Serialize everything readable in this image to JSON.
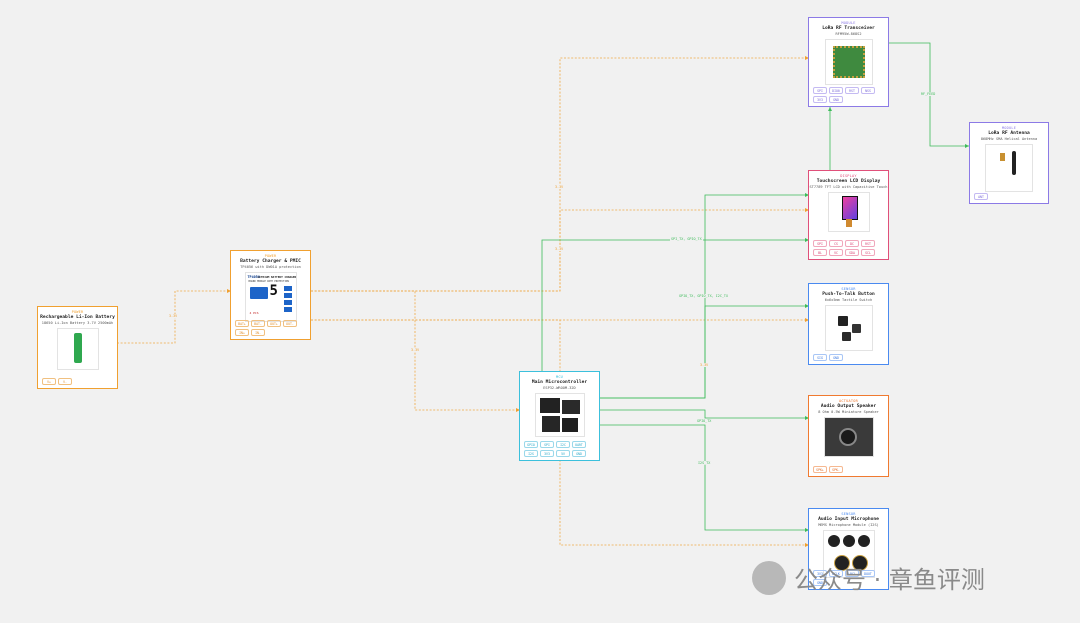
{
  "nodes": {
    "battery": {
      "category": "POWER",
      "title": "Rechargeable Li-Ion Battery",
      "subtitle": "18650 Li-Ion Battery 3.7V 2500mAh",
      "pins": [
        "V+",
        "V-"
      ],
      "color": "#f0a030"
    },
    "charger": {
      "category": "POWER",
      "title": "Battery Charger & PMIC",
      "subtitle": "TP4056 with DW01A protection",
      "pins": [
        "BAT+",
        "BAT-",
        "OUT+",
        "OUT-",
        "IN+",
        "IN-"
      ],
      "color": "#f0a030",
      "img_text": {
        "brand": "TP4056",
        "line": "LITHIUM BATTERY CHARGER",
        "sub": "BOARD MODULE WITH PROTECTION",
        "big": "5",
        "small": "4 PCS"
      }
    },
    "mcu": {
      "category": "MCU",
      "title": "Main Microcontroller",
      "subtitle": "ESP32-WROOM-32D",
      "pins": [
        "GPIO",
        "SPI",
        "I2C",
        "UART",
        "I2S",
        "3V3",
        "5V",
        "GND"
      ],
      "color": "#3cc0dc"
    },
    "lora": {
      "category": "MODULE",
      "title": "LoRa RF Transceiver",
      "subtitle": "RFM95W-868S2",
      "pins": [
        "SPI",
        "DIO0",
        "RST",
        "NSS",
        "3V3",
        "GND"
      ],
      "color": "#8c7ae6"
    },
    "antenna": {
      "category": "MODULE",
      "title": "LoRa RF Antenna",
      "subtitle": "868MHz SMA Helical Antenna",
      "pins": [
        "ANT"
      ],
      "color": "#8c7ae6"
    },
    "display": {
      "category": "DISPLAY",
      "title": "Touchscreen LCD Display",
      "subtitle": "ST7789 TFT LCD with Capacitive Touch",
      "pins": [
        "SPI",
        "CS",
        "DC",
        "RST",
        "BL",
        "VC",
        "SDA",
        "SCL"
      ],
      "color": "#e0507a"
    },
    "button": {
      "category": "SENSOR",
      "title": "Push-To-Talk Button",
      "subtitle": "6x6x5mm Tactile Switch",
      "pins": [
        "SIG",
        "GND"
      ],
      "color": "#4a8af0"
    },
    "speaker": {
      "category": "ACTUATOR",
      "title": "Audio Output Speaker",
      "subtitle": "8 Ohm 0.5W Miniature Speaker",
      "pins": [
        "SPK+",
        "SPK-"
      ],
      "color": "#f07a30"
    },
    "mic": {
      "category": "SENSOR",
      "title": "Audio Input Microphone",
      "subtitle": "MEMS Microphone Module (I2S)",
      "pins": [
        "3V3",
        "BCLK",
        "LRCL",
        "DOUT",
        "GND"
      ],
      "color": "#4a8af0"
    }
  },
  "wire_labels": {
    "bat_chg": "3.3V",
    "chg_3v3": "3.3V",
    "lora_power": "3.3V",
    "chg_mcu": "3.3V",
    "lora_ant": "RF_FEED",
    "mcu_display": "SPI_TX, GPIO_TX",
    "mcu_button": "GPIO_TX, GPIO_TX, I2C_TX",
    "mcu_gpio": "3.3V",
    "mcu_speaker": "GPIO_TX",
    "mcu_mic": "I2S_TX"
  },
  "watermark": "公众号 · 章鱼评测",
  "colors": {
    "power": "#f0a030",
    "signal": "#3dbb5a",
    "background": "#f1f1f1"
  }
}
